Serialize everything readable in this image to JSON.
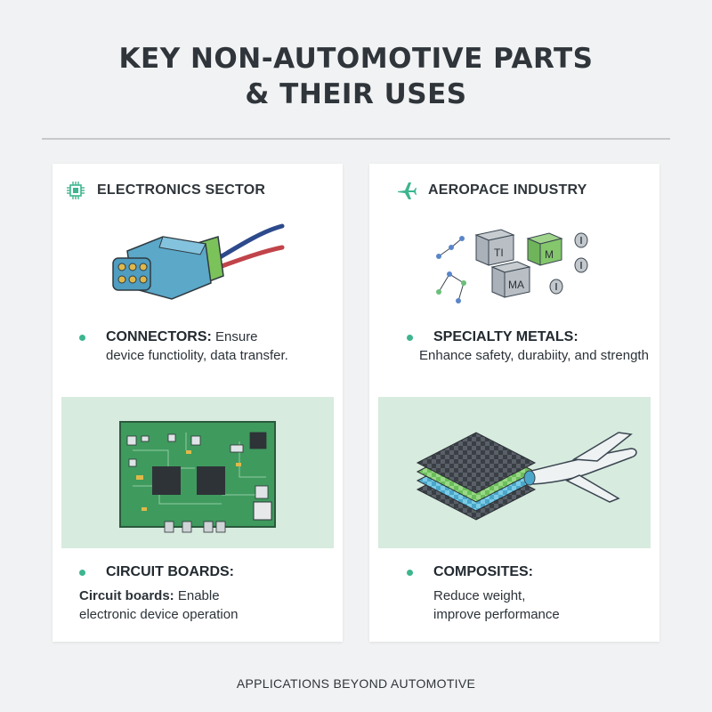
{
  "title_line1": "KEY NON-AUTOMOTIVE PARTS",
  "title_line2": "& THEIR USES",
  "panels": [
    {
      "heading": "ELECTRONICS SECTOR",
      "icon": "chip-icon",
      "items": [
        {
          "term": "CONNECTORS:",
          "desc_inline": "Ensure",
          "desc": "device functiolity, data transfer."
        },
        {
          "term": "CIRCUIT BOARDS:",
          "desc_lead": "Circuit boards:",
          "desc_inline": "Enable",
          "desc": "electronic device operation"
        }
      ]
    },
    {
      "heading": "AEROPACE INDUSTRY",
      "icon": "airplane-icon",
      "metal_labels": [
        "TI",
        "M",
        "MA"
      ],
      "items": [
        {
          "term": "SPECIALTY METALS:",
          "desc": "Enhance safety, durabiity, and strength"
        },
        {
          "term": "COMPOSITES:",
          "desc": "Reduce weight,",
          "desc2": "improve performance"
        }
      ]
    }
  ],
  "footer": "APPLICATIONS BEYOND AUTOMOTIVE",
  "colors": {
    "accent": "#3db58f",
    "band": "#d7ebdf",
    "pcb": "#3f9a5e"
  }
}
